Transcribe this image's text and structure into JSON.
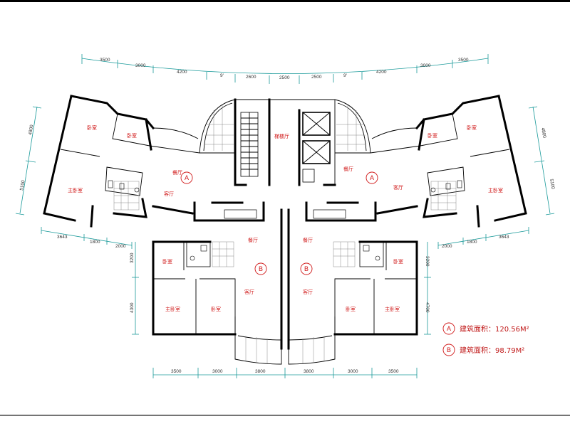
{
  "top_dimensions_left": [
    "3500",
    "3000",
    "4200",
    "9'",
    "2600"
  ],
  "top_dimensions_right": [
    "2500",
    "2500",
    "9'",
    "4200",
    "3000",
    "3500"
  ],
  "left_side_dimensions": [
    "4800",
    "5100"
  ],
  "right_side_dimensions": [
    "4800",
    "5100"
  ],
  "mid_dimensions_left": [
    "3643",
    "1800",
    "2000"
  ],
  "mid_dimensions_right": [
    "2000",
    "1800",
    "3643"
  ],
  "b_side_dimensions": [
    "3200",
    "4300"
  ],
  "b_side_dimensions_right": [
    "3200",
    "4700"
  ],
  "bottom_dimensions": [
    "3500",
    "3000",
    "3800",
    "3800",
    "3000",
    "3500"
  ],
  "rooms": {
    "bedroom": "卧室",
    "master_bedroom": "主卧室",
    "dining": "餐厅",
    "living": "客厅",
    "stair_hall": "梯楼厅"
  },
  "unit_marks": [
    "A",
    "B"
  ],
  "legend": [
    {
      "mark": "A",
      "label": "建筑面积：120.56M²"
    },
    {
      "mark": "B",
      "label": "建筑面积：98.79M²"
    }
  ]
}
